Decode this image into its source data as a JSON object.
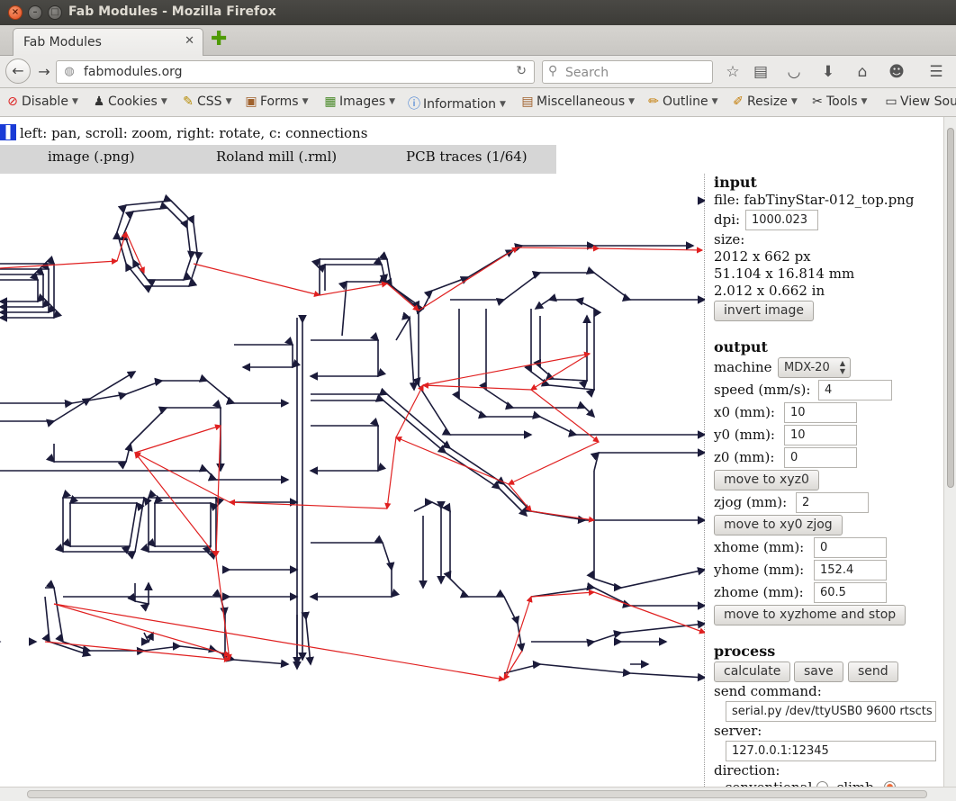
{
  "window": {
    "title": "Fab Modules - Mozilla Firefox"
  },
  "tab": {
    "label": "Fab Modules",
    "close": "✕",
    "new": "✚"
  },
  "nav": {
    "url": "fabmodules.org",
    "search_placeholder": "Search"
  },
  "devtoolbar": {
    "items": [
      {
        "label": "Disable",
        "icon": "disable-icon"
      },
      {
        "label": "Cookies",
        "icon": "cookies-icon"
      },
      {
        "label": "CSS",
        "icon": "css-icon"
      },
      {
        "label": "Forms",
        "icon": "forms-icon"
      },
      {
        "label": "Images",
        "icon": "images-icon"
      },
      {
        "label": "Information",
        "icon": "information-icon"
      },
      {
        "label": "Miscellaneous",
        "icon": "miscellaneous-icon"
      },
      {
        "label": "Outline",
        "icon": "outline-icon"
      },
      {
        "label": "Resize",
        "icon": "resize-icon"
      },
      {
        "label": "Tools",
        "icon": "tools-icon"
      },
      {
        "label": "View Sou",
        "icon": "view-source-icon"
      }
    ]
  },
  "page": {
    "instructions": "left: pan, scroll: zoom, right: rotate, c: connections",
    "tabs": [
      "image (.png)",
      "Roland mill (.rml)",
      "PCB traces (1/64)"
    ]
  },
  "panel": {
    "input": {
      "heading": "input",
      "file": "file: fabTinyStar-012_top.png",
      "dpi_label": "dpi:",
      "dpi_value": "1000.023",
      "size_label": "size:",
      "size_px": "2012 x 662 px",
      "size_mm": "51.104 x 16.814 mm",
      "size_in": "2.012 x 0.662 in",
      "invert_button": "invert image"
    },
    "output": {
      "heading": "output",
      "machine_label": "machine",
      "machine_value": "MDX-20",
      "speed_label": "speed (mm/s):",
      "speed_value": "4",
      "x0_label": "x0 (mm):",
      "x0_value": "10",
      "y0_label": "y0 (mm):",
      "y0_value": "10",
      "z0_label": "z0 (mm):",
      "z0_value": "0",
      "move_xyz0_button": "move to xyz0",
      "zjog_label": "zjog (mm):",
      "zjog_value": "2",
      "move_xy0_button": "move to xy0 zjog",
      "xhome_label": "xhome (mm):",
      "xhome_value": "0",
      "yhome_label": "yhome (mm):",
      "yhome_value": "152.4",
      "zhome_label": "zhome (mm):",
      "zhome_value": "60.5",
      "move_home_button": "move to xyzhome and stop"
    },
    "process": {
      "heading": "process",
      "calculate_button": "calculate",
      "save_button": "save",
      "send_button": "send",
      "send_command_label": "send command:",
      "send_command_value": "serial.py /dev/ttyUSB0 9600  rtscts",
      "server_label": "server:",
      "server_value": "127.0.0.1:12345",
      "direction_label": "direction:",
      "conventional_label": "conventional",
      "climb_label": "climb"
    }
  },
  "colors": {
    "trace": "#1b1b3a",
    "connection": "#e02020"
  }
}
